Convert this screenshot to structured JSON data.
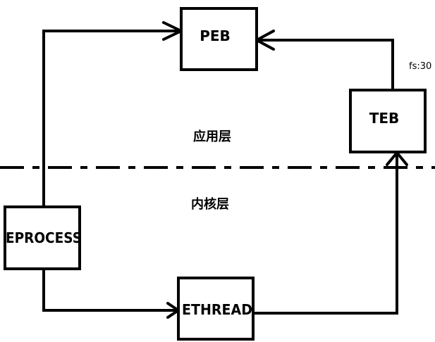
{
  "nodes": {
    "peb": "PEB",
    "teb": "TEB",
    "eprocess": "EPROCESS",
    "ethread": "ETHREAD"
  },
  "layers": {
    "user": "应用层",
    "kernel": "内核层"
  },
  "annotations": {
    "teb_segment": "fs:30"
  },
  "edges": [
    {
      "from": "eprocess",
      "to": "peb"
    },
    {
      "from": "teb",
      "to": "peb"
    },
    {
      "from": "eprocess",
      "to": "ethread"
    },
    {
      "from": "ethread",
      "to": "teb"
    }
  ],
  "colors": {
    "stroke": "#000000",
    "background": "#ffffff"
  }
}
